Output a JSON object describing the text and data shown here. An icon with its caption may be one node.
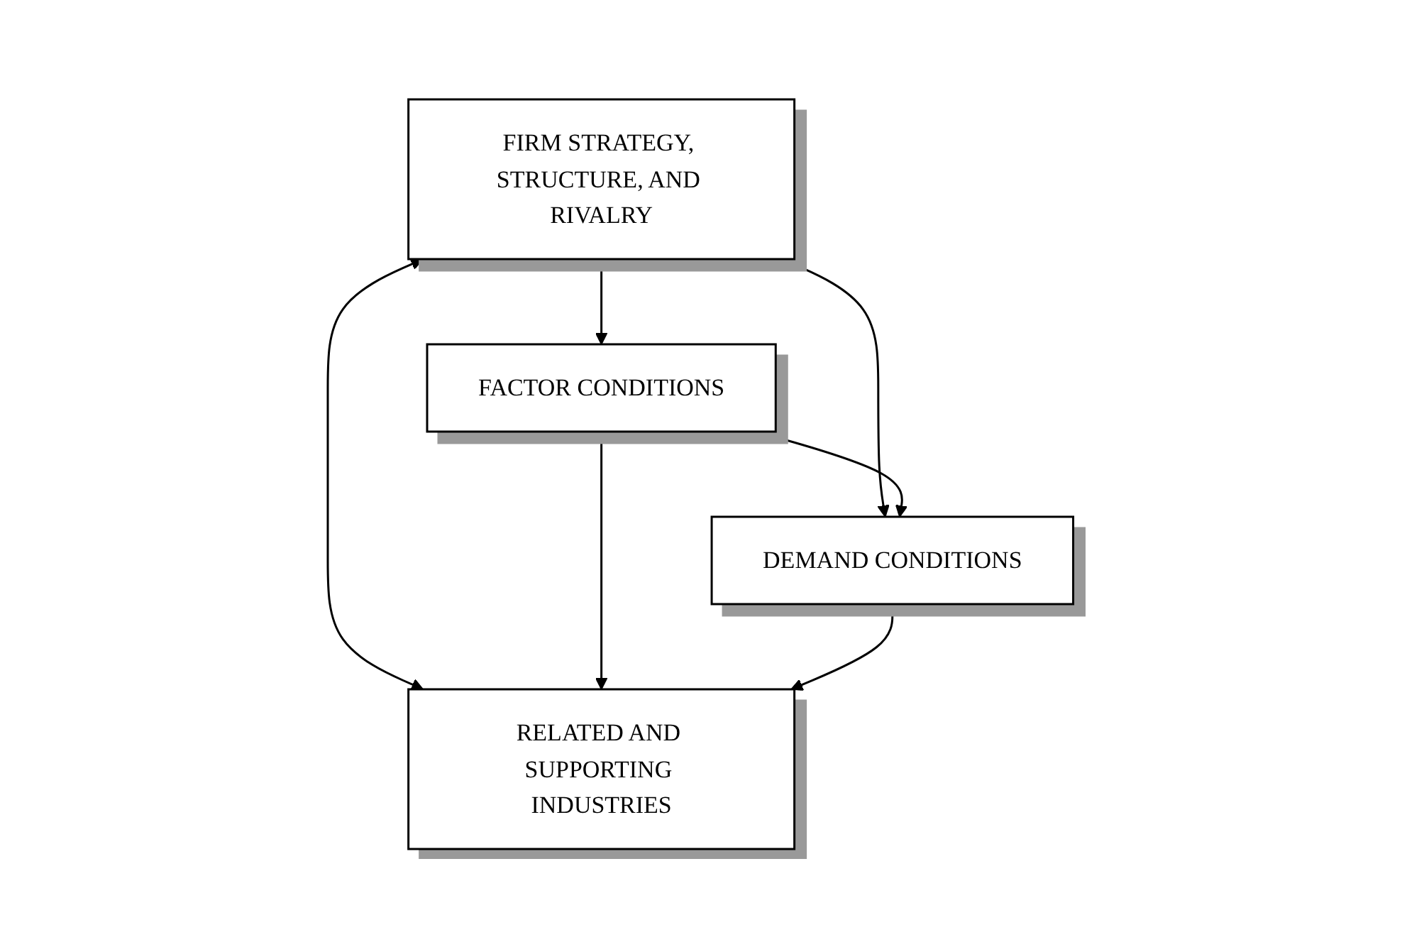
{
  "diagram": {
    "nodes": [
      {
        "text": [
          "FIRM STRATEGY, STRUCTURE, AND RIVALRY"
        ]
      },
      {
        "text": [
          "FACTOR CONDITIONS"
        ]
      },
      {
        "text": [
          "DEMAND CONDITIONS"
        ]
      },
      {
        "text": [
          "RELATED AND SUPPORTING INDUSTRIES"
        ]
      }
    ],
    "edges": [
      {
        "from": 0,
        "to": 1,
        "arrow": "both"
      },
      {
        "from": 0,
        "to": 2,
        "arrow": "both"
      },
      {
        "from": 0,
        "to": 3,
        "arrow": "both"
      },
      {
        "from": 1,
        "to": 2,
        "arrow": "both"
      },
      {
        "from": 1,
        "to": 3,
        "arrow": "both"
      },
      {
        "from": 2,
        "to": 3,
        "arrow": "both"
      }
    ]
  }
}
